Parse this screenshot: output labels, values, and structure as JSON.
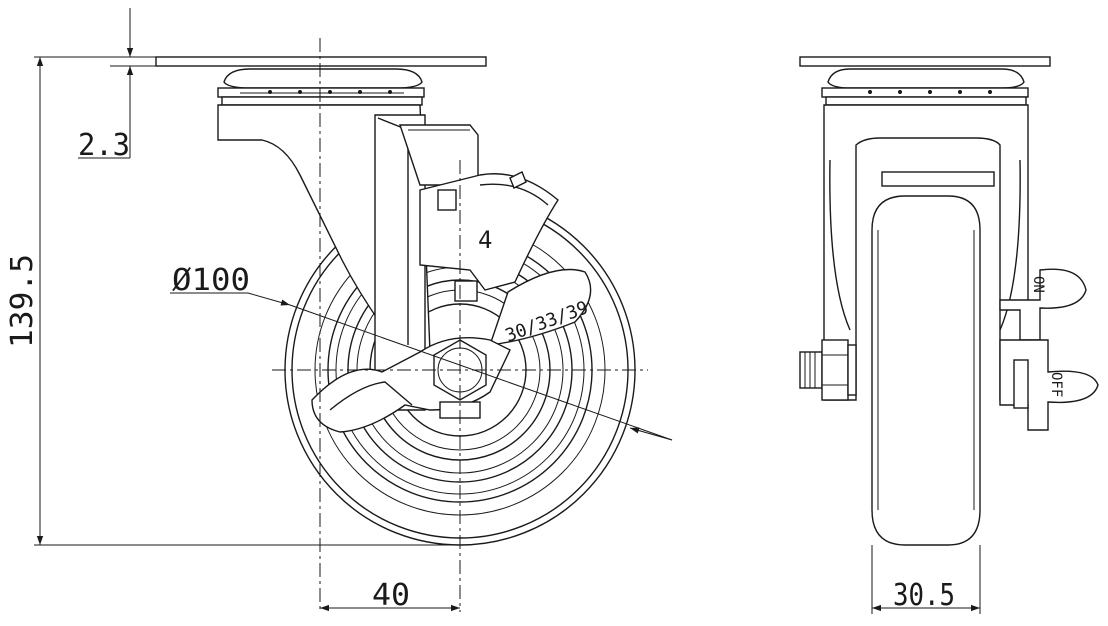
{
  "dimensions": {
    "plate_thickness": "2.3",
    "overall_height": "139.5",
    "wheel_diameter": "Ø100",
    "swivel_offset": "40",
    "wheel_width": "30.5"
  },
  "labels": {
    "part_number": "4",
    "bolt_sizes": "30/33/39",
    "brake_on": "ON",
    "brake_off": "OFF"
  },
  "colors": {
    "line": "#1a1a1a",
    "background": "#ffffff"
  }
}
